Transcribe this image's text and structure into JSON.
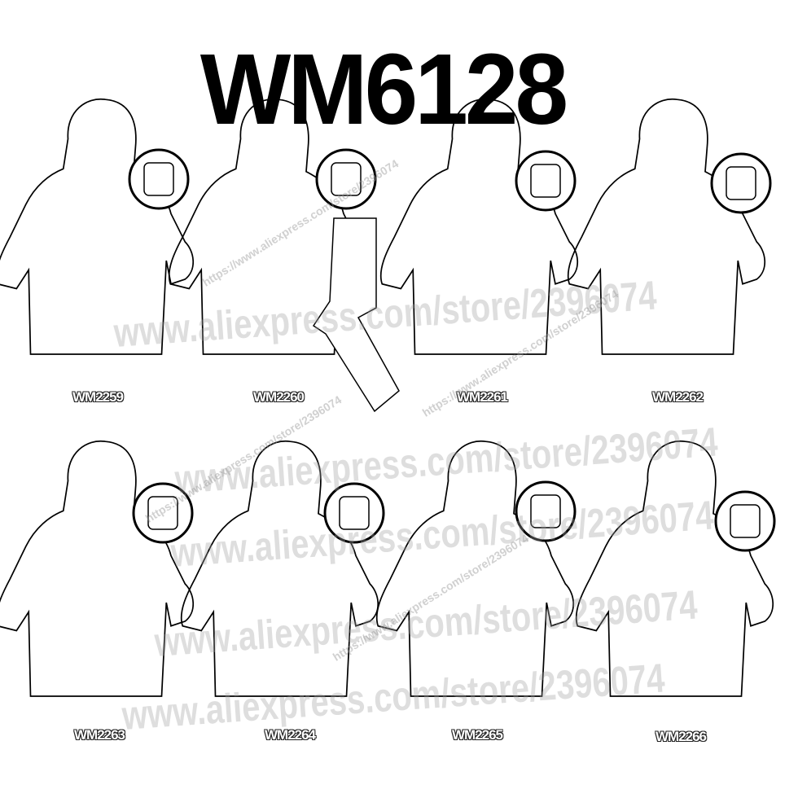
{
  "title": "WM6128",
  "figures": [
    {
      "label": "WM2259",
      "accessory_icon": "backpack-icon"
    },
    {
      "label": "WM2260",
      "accessory_icon": "mask-icon"
    },
    {
      "label": "WM2261",
      "accessory_icon": "bandolier-icon"
    },
    {
      "label": "WM2262",
      "accessory_icon": "armor-vest-icon"
    },
    {
      "label": "WM2263",
      "accessory_icon": "vest-icon"
    },
    {
      "label": "WM2264",
      "accessory_icon": "mask-icon"
    },
    {
      "label": "WM2265",
      "accessory_icon": "vest-icon"
    },
    {
      "label": "WM2266",
      "accessory_icon": "backpack-icon"
    }
  ],
  "watermarks": {
    "main": "www.aliexpress.com/store/2396074",
    "diagonal": "https://www.aliexpress.com/store/2396074"
  }
}
